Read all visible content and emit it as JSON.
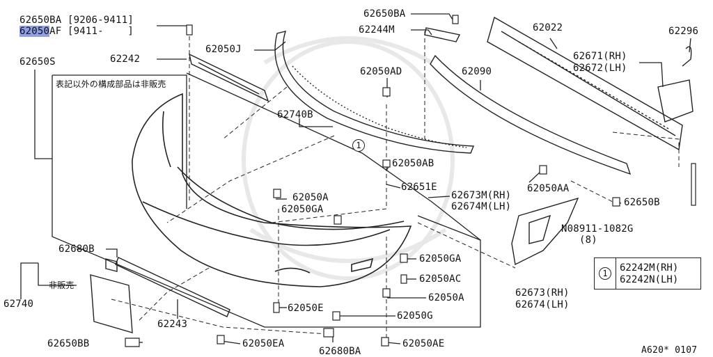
{
  "diagram": {
    "part_labels": [
      {
        "id": "62650BA-top",
        "text": "62650BA [9206-9411]"
      },
      {
        "id": "62050AF",
        "text_code": "62050",
        "text_suffix": "AF [9411-    ]"
      },
      {
        "id": "62242",
        "text": "62242"
      },
      {
        "id": "62650S",
        "text": "62650S"
      },
      {
        "id": "62050J",
        "text": "62050J"
      },
      {
        "id": "62650BA-2",
        "text": "62650BA"
      },
      {
        "id": "62244M",
        "text": "62244M"
      },
      {
        "id": "62022",
        "text": "62022"
      },
      {
        "id": "62296",
        "text": "62296"
      },
      {
        "id": "62671",
        "text": "62671(RH)"
      },
      {
        "id": "62672",
        "text": "62672(LH)"
      },
      {
        "id": "62050AD",
        "text": "62050AD"
      },
      {
        "id": "62090",
        "text": "62090"
      },
      {
        "id": "62740B",
        "text": "62740B"
      },
      {
        "id": "62050AB",
        "text": "62050AB"
      },
      {
        "id": "62651E",
        "text": "62651E"
      },
      {
        "id": "62673M",
        "text": "62673M(RH)"
      },
      {
        "id": "62674M",
        "text": "62674M(LH)"
      },
      {
        "id": "62050AA",
        "text": "62050AA"
      },
      {
        "id": "62650B",
        "text": "62650B"
      },
      {
        "id": "62050A-1",
        "text": "62050A"
      },
      {
        "id": "62050GA-1",
        "text": "62050GA"
      },
      {
        "id": "08911",
        "text": "N08911-1082G"
      },
      {
        "id": "08911-qty",
        "text": "(8)"
      },
      {
        "id": "62680B",
        "text": "62680B"
      },
      {
        "id": "62740",
        "text": "62740"
      },
      {
        "id": "62243",
        "text": "62243"
      },
      {
        "id": "62050GA-2",
        "text": "62050GA"
      },
      {
        "id": "62050AC",
        "text": "62050AC"
      },
      {
        "id": "62050A-2",
        "text": "62050A"
      },
      {
        "id": "62050E",
        "text": "62050E"
      },
      {
        "id": "62050G",
        "text": "62050G"
      },
      {
        "id": "62673",
        "text": "62673(RH)"
      },
      {
        "id": "62674",
        "text": "62674(LH)"
      },
      {
        "id": "62650BB",
        "text": "62650BB"
      },
      {
        "id": "62050EA",
        "text": "62050EA"
      },
      {
        "id": "62050AE",
        "text": "62050AE"
      },
      {
        "id": "62680BA",
        "text": "62680BA"
      }
    ],
    "notes": {
      "not_sold_except": "表記以外の構成部品は非販売",
      "not_sold": "非販売"
    },
    "callout_ref": "1",
    "legend": {
      "ref": "1",
      "line1": "62242M(RH)",
      "line2": "62242N(LH)"
    },
    "figure_code": "A620* 0107"
  },
  "colors": {
    "highlight": "#8f9fe8",
    "line": "#222222",
    "watermark": "#e9e9e9"
  }
}
